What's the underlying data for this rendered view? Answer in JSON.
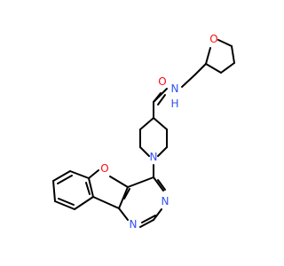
{
  "molecule": {
    "atoms": {
      "carbonyl_oxygen": "O",
      "amide_nitrogen": "N",
      "amide_hydrogen": "H",
      "thf_oxygen": "O",
      "piperidine_nitrogen": "N",
      "furan_oxygen": "O",
      "pyrimidine_n_bottom": "N",
      "pyrimidine_n_right": "N"
    },
    "colors": {
      "bond": "#000000",
      "oxygen": "#ff0d0d",
      "nitrogen": "#3050f8"
    }
  }
}
